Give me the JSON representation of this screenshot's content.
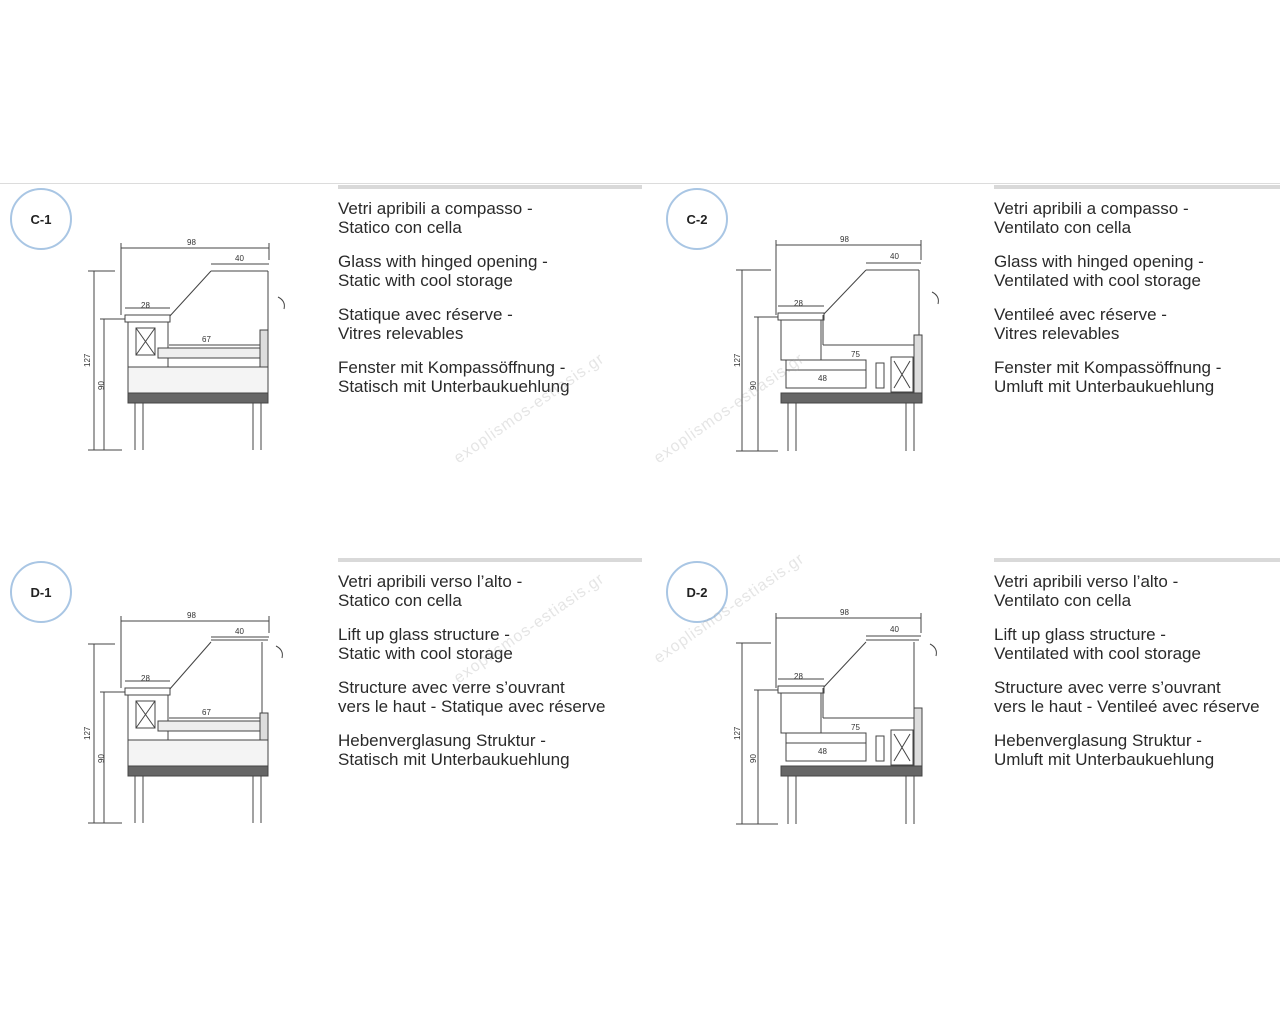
{
  "panels": [
    {
      "code": "C-1",
      "lines": [
        [
          "Vetri apribili a compasso -",
          "Statico con cella"
        ],
        [
          "Glass with hinged opening -",
          "Static with cool storage"
        ],
        [
          "Statique avec réserve -",
          "Vitres relevables"
        ],
        [
          "Fenster mit Kompassöffnung -",
          "Statisch mit Unterbaukuehlung"
        ]
      ],
      "dims": {
        "width": "98",
        "top": "40",
        "shelf": "28",
        "deck": "67",
        "height": "127",
        "counter": "90"
      }
    },
    {
      "code": "C-2",
      "lines": [
        [
          "Vetri apribili a compasso -",
          "Ventilato con cella"
        ],
        [
          "Glass with hinged opening -",
          "Ventilated with cool storage"
        ],
        [
          "Ventileé avec réserve -",
          "Vitres relevables"
        ],
        [
          "Fenster mit Kompassöffnung -",
          "Umluft mit Unterbaukuehlung"
        ]
      ],
      "dims": {
        "width": "98",
        "top": "40",
        "shelf": "28",
        "deck": "75",
        "inner": "48",
        "height": "127",
        "counter": "90"
      }
    },
    {
      "code": "D-1",
      "lines": [
        [
          "Vetri apribili verso l’alto -",
          "Statico con cella"
        ],
        [
          "Lift up glass structure -",
          "Static with cool storage"
        ],
        [
          "Structure avec verre s’ouvrant",
          "vers le haut - Statique avec réserve"
        ],
        [
          "Hebenverglasung Struktur -",
          "Statisch mit Unterbaukuehlung"
        ]
      ],
      "dims": {
        "width": "98",
        "top": "40",
        "shelf": "28",
        "deck": "67",
        "height": "127",
        "counter": "90"
      }
    },
    {
      "code": "D-2",
      "lines": [
        [
          "Vetri apribili verso l’alto -",
          "Ventilato con cella"
        ],
        [
          "Lift up glass structure -",
          "Ventilated with cool storage"
        ],
        [
          "Structure avec verre s’ouvrant",
          "vers le haut - Ventileé avec réserve"
        ],
        [
          "Hebenverglasung Struktur -",
          "Umluft mit Unterbaukuehlung"
        ]
      ],
      "dims": {
        "width": "98",
        "top": "40",
        "shelf": "28",
        "deck": "75",
        "inner": "48",
        "height": "127",
        "counter": "90"
      }
    }
  ],
  "watermark": "exoplismos-estiasis.gr"
}
